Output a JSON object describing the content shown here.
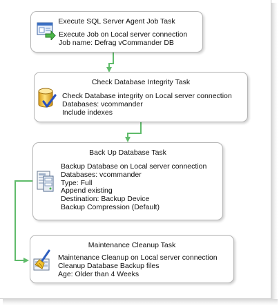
{
  "tasks": [
    {
      "title": "Execute SQL Server Agent Job Task",
      "icon": "agent-job-icon",
      "lines": [
        "Execute Job on Local server connection",
        "Job name: Defrag vCommander DB"
      ]
    },
    {
      "title": "Check Database Integrity Task",
      "icon": "database-check-icon",
      "lines": [
        "Check Database integrity on Local server connection",
        "Databases: vcommander",
        "Include indexes"
      ]
    },
    {
      "title": "Back Up Database Task",
      "icon": "backup-database-icon",
      "lines": [
        "Backup Database on Local server connection",
        "Databases: vcommander",
        "Type: Full",
        "Append existing",
        "Destination: Backup Device",
        "Backup Compression (Default)"
      ]
    },
    {
      "title": "Maintenance Cleanup Task",
      "icon": "cleanup-broom-icon",
      "lines": [
        "Maintenance Cleanup on Local server connection",
        "Cleanup Database Backup files",
        "Age: Older than 4 Weeks"
      ]
    }
  ],
  "colors": {
    "connector": "#5fbb6a",
    "border": "#b5b5b5"
  }
}
